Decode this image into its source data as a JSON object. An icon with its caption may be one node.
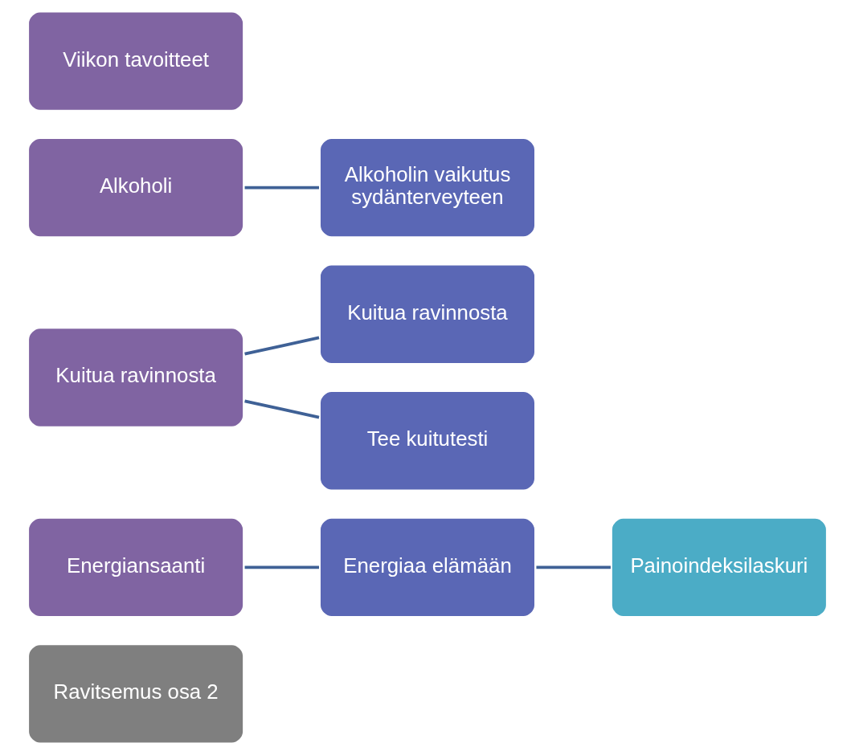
{
  "diagram": {
    "nodes": [
      {
        "text": [
          "Ravitsemus osa 2"
        ]
      },
      {
        "text": [
          "Energiansaanti"
        ]
      },
      {
        "text": [
          "Energiaa elämään"
        ]
      },
      {
        "text": [
          "Painoindeksilaskuri"
        ]
      },
      {
        "text": [
          "Kuitua ravinnosta"
        ]
      },
      {
        "text": [
          "Kuitua ravinnosta"
        ]
      },
      {
        "text": [
          "Tee kuitutesti"
        ]
      },
      {
        "text": [
          "Alkoholi"
        ]
      },
      {
        "text": [
          "Alkoholin vaikutus sydänterveyteen"
        ]
      },
      {
        "text": [
          "Viikon tavoitteet"
        ]
      }
    ],
    "edges": [
      {
        "from": 1,
        "to": 2,
        "arrow": "none"
      },
      {
        "from": 2,
        "to": 3,
        "arrow": "none"
      },
      {
        "from": 4,
        "to": 5,
        "arrow": "none"
      },
      {
        "from": 4,
        "to": 6,
        "arrow": "none"
      },
      {
        "from": 7,
        "to": 8,
        "arrow": "none"
      }
    ]
  }
}
